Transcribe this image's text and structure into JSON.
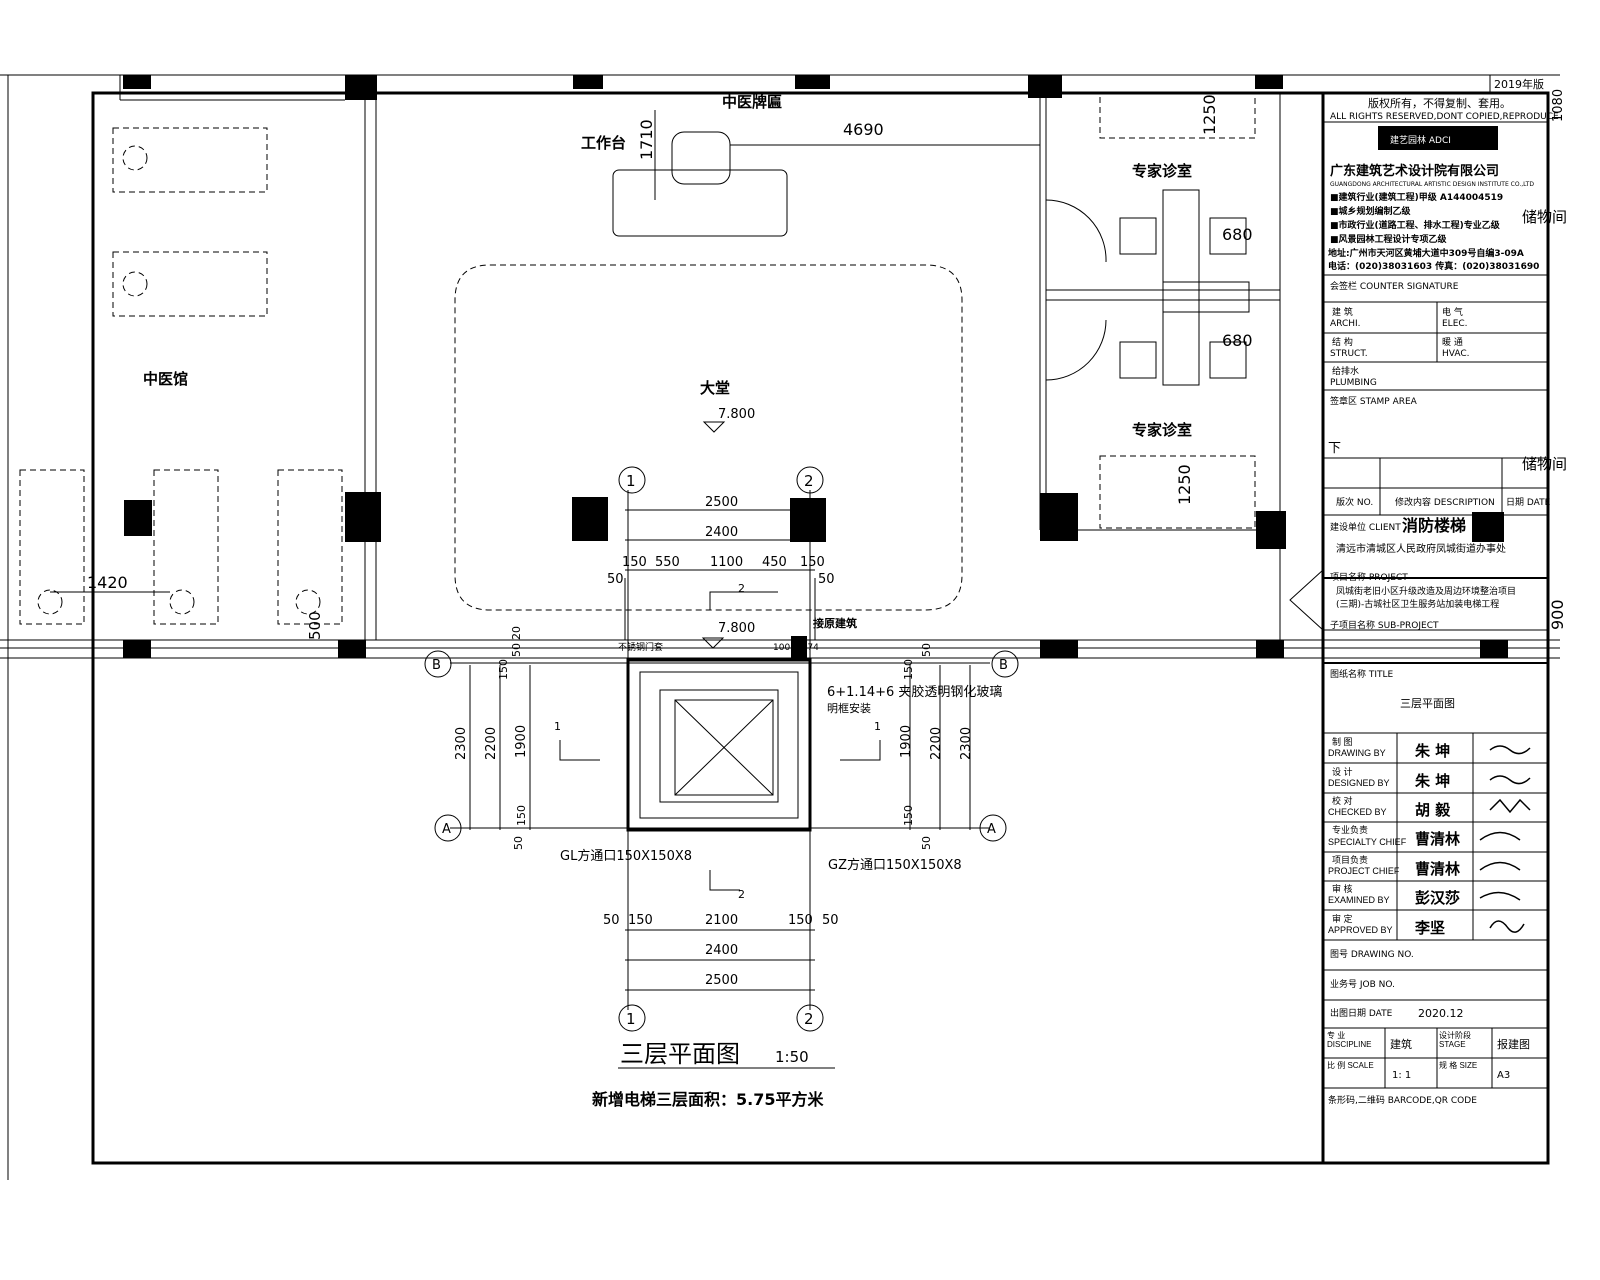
{
  "drawing": {
    "title": "三层平面图",
    "scale_label": "1:50",
    "area_note": "新增电梯三层面积：5.75平方米",
    "rooms": {
      "tcm_hall": "中医馆",
      "lobby": "大堂",
      "workbench": "工作台",
      "tcm_plaque": "中医牌匾",
      "expert_room_1": "专家诊室",
      "expert_room_2": "专家诊室",
      "storage_1": "储物间",
      "storage_2": "储物间",
      "fire_stair": "消防楼梯",
      "down": "下"
    },
    "elevations": [
      "7.800",
      "7.800"
    ],
    "dimensions": {
      "d4690": "4690",
      "d1710": "1710",
      "d1420": "1420",
      "d500": "500",
      "d1250a": "1250",
      "d1250b": "1250",
      "d680a": "680",
      "d680b": "680",
      "d900": "900",
      "d1080": "1080",
      "top": [
        "2500",
        "2400",
        "150",
        "550",
        "1100",
        "450",
        "150",
        "50",
        "50"
      ],
      "bottom": [
        "50",
        "150",
        "2100",
        "150",
        "50",
        "2400",
        "2500"
      ],
      "left": [
        "2300",
        "2200",
        "1900",
        "150",
        "50",
        "150",
        "50",
        "20"
      ],
      "right": [
        "1900",
        "2200",
        "2300",
        "150",
        "50",
        "150",
        "50"
      ]
    },
    "grid_labels": [
      "1",
      "2",
      "1",
      "2",
      "A",
      "A",
      "B",
      "B"
    ],
    "section_marks": [
      "1",
      "1",
      "2",
      "2"
    ],
    "notes": {
      "connect_existing": "接原建筑",
      "stainless_door": "不锈钢门套",
      "dim_100": "100 20 74",
      "glass": "6+1.14+6 夹胶透明钢化玻璃",
      "mount": "明框安装",
      "gl": "GL方通口150X150X8",
      "gz": "GZ方通口150X150X8"
    }
  },
  "title_block": {
    "year": "2019年版",
    "copyright_cn": "版权所有，不得复制、套用。",
    "copyright_en": "ALL RIGHTS RESERVED,DONT COPIED,REPRODUCE",
    "logo": "建艺园林 ADCI",
    "company_cn": "广东建筑艺术设计院有限公司",
    "company_en": "GUANGDONG ARCHITECTURAL ARTISTIC DESIGN INSTITUTE CO.,LTD",
    "quals": [
      "■建筑行业(建筑工程)甲级    A144004519",
      "■城乡规划编制乙级",
      "■市政行业(道路工程、排水工程)专业乙级",
      "■风景园林工程设计专项乙级"
    ],
    "address": "地址:广州市天河区黄埔大道中309号自编3-09A",
    "phone": "电话：(020)38031603   传真：(020)38031690",
    "countersign": "会签栏   COUNTER SIGNATURE",
    "disciplines": [
      {
        "cn": "建 筑",
        "en": "ARCHI."
      },
      {
        "cn": "电 气",
        "en": "ELEC."
      },
      {
        "cn": "结 构",
        "en": "STRUCT."
      },
      {
        "cn": "暖 通",
        "en": "HVAC."
      },
      {
        "cn": "给排水",
        "en": "PLUMBING"
      }
    ],
    "stamp": "签章区   STAMP AREA",
    "rev_no": "版次 NO.",
    "rev_desc": "修改内容 DESCRIPTION",
    "rev_date": "日期 DATE",
    "client_label": "建设单位   CLIENT",
    "client": "清远市清城区人民政府凤城街道办事处",
    "project_label": "项目名称   PROJECT",
    "project_1": "凤城街老旧小区升级改造及周边环境整治项目",
    "project_2": "(三期)-古城社区卫生服务站加装电梯工程",
    "sub_project": "子项目名称   SUB-PROJECT",
    "title_label": "图纸名称   TITLE",
    "title": "三层平面图",
    "people": [
      {
        "role_cn": "制 图",
        "role_en": "DRAWING BY",
        "name": "朱 坤"
      },
      {
        "role_cn": "设 计",
        "role_en": "DESIGNED BY",
        "name": "朱 坤"
      },
      {
        "role_cn": "校 对",
        "role_en": "CHECKED BY",
        "name": "胡 毅"
      },
      {
        "role_cn": "专业负责",
        "role_en": "SPECIALTY CHIEF",
        "name": "曹清林"
      },
      {
        "role_cn": "项目负责",
        "role_en": "PROJECT CHIEF",
        "name": "曹清林"
      },
      {
        "role_cn": "审 核",
        "role_en": "EXAMINED BY",
        "name": "彭汉莎"
      },
      {
        "role_cn": "审 定",
        "role_en": "APPROVED BY",
        "name": "李坚"
      }
    ],
    "drawing_no": "图号   DRAWING NO.",
    "job_no": "业务号   JOB NO.",
    "date_label": "出图日期   DATE",
    "date": "2020.12",
    "discipline_label": "专 业 DISCIPLINE",
    "discipline": "建筑",
    "stage_label": "设计阶段 STAGE",
    "stage": "报建图",
    "scale_label": "比 例 SCALE",
    "scale": "1: 1",
    "size_label": "规 格 SIZE",
    "size": "A3",
    "barcode": "条形码,二维码   BARCODE,QR CODE"
  }
}
